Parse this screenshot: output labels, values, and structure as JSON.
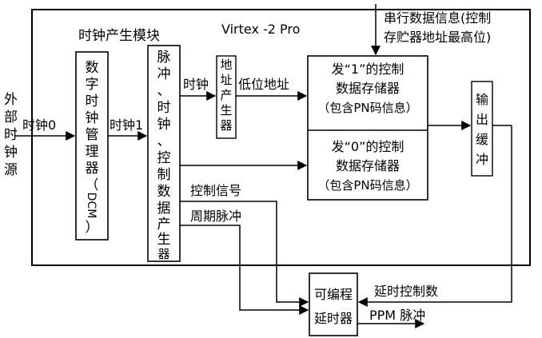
{
  "fpga": {
    "label": "Virtex -2 Pro"
  },
  "external_clock": {
    "label": "外部时钟源",
    "chars": [
      "外",
      "部",
      "时",
      "钟",
      "源"
    ]
  },
  "clock_module": {
    "label": "时钟产生模块"
  },
  "dcm": {
    "chars": [
      "数",
      "字",
      "时",
      "钟",
      "管",
      "理",
      "器",
      "（",
      "DCM",
      "）"
    ]
  },
  "pulse_gen": {
    "chars": [
      "脉",
      "冲",
      "、",
      "时",
      "钟",
      "、",
      "控",
      "制",
      "数",
      "据",
      "产",
      "生",
      "器"
    ]
  },
  "addr_gen": {
    "chars": [
      "地",
      "址",
      "产",
      "生",
      "器"
    ]
  },
  "store1": {
    "line1": "发“1”的控制",
    "line2": "数据存储器",
    "line3": "（包含PN码信息）"
  },
  "store0": {
    "line1": "发“0”的控制",
    "line2": "数据存储器",
    "line3": "（包含PN码信息）"
  },
  "buffer": {
    "chars": [
      "输",
      "出",
      "缓",
      "冲"
    ]
  },
  "delay": {
    "line1": "可编程",
    "line2": "延时器"
  },
  "labels": {
    "clk0": "时钟0",
    "clk1": "时钟1",
    "clk": "时钟",
    "low_addr": "低位地址",
    "serial_line1": "串行数据信息(控制",
    "serial_line2": "存贮器地址最高位)",
    "ctrl_signal": "控制信号",
    "period_pulse": "周期脉冲",
    "delay_ctrl": "延时控制数",
    "ppm": "PPM 脉冲"
  }
}
